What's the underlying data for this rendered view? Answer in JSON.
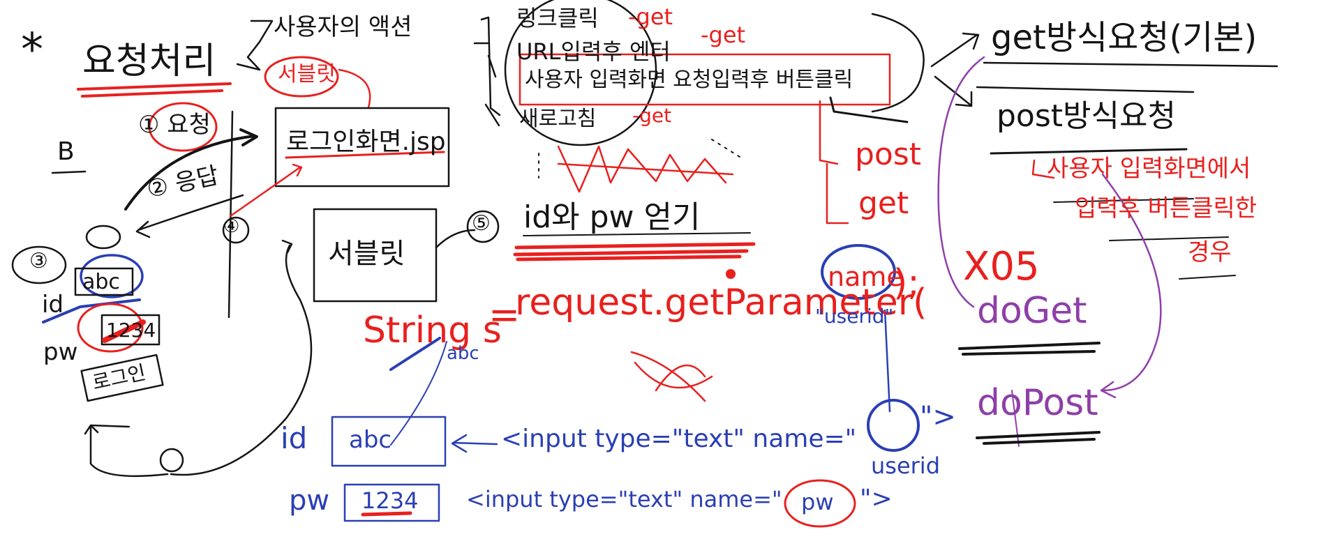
{
  "title": "요청처리",
  "title_mark": "*",
  "flow": {
    "step1": "① 요청",
    "step2": "② 응답",
    "step3": "③",
    "step4": "④",
    "step5": "⑤",
    "browser_mark": "B",
    "user_action": "사용자의 액션",
    "user_action_note": "서블릿",
    "login_page": "로그인화면.jsp",
    "servlet_box": "서블릿",
    "form_id_label": "id",
    "form_id_value": "abc",
    "form_pw_label": "pw",
    "form_pw_value": "1234",
    "login_button": "로그인"
  },
  "actions": {
    "items": [
      "링크클릭",
      "URL입력후 엔터",
      "사용자 입력화면 요청입력후 버튼클릭",
      "새로고침"
    ],
    "get_tags": [
      "-get",
      "-get",
      "-get"
    ],
    "methods": [
      "post",
      "get"
    ],
    "send_note": "id와 pw 얻기"
  },
  "code": {
    "lhs": "String s",
    "op": "=",
    "call": "request.getParameter(",
    "arg": "name",
    "end": ");",
    "arg_note": "\"userid\"",
    "value_note": "abc"
  },
  "form": {
    "id_label": "id",
    "id_value": "abc",
    "id_tag": "<input type=\"text\" name=\"",
    "id_name": "userid",
    "pw_label": "pw",
    "pw_value": "1234",
    "pw_tag": "<input type=\"text\" name=\"",
    "pw_name": "pw",
    "tag_close": "\">"
  },
  "right": {
    "get_req": "get방식요청(기본)",
    "post_req": "post방식요청",
    "post_note_1": "사용자 입력화면에서",
    "post_note_2": "입력후 버튼클릭한",
    "post_note_3": "경우",
    "doget": "doGet",
    "dopost": "doPost",
    "crossed": "X05"
  },
  "colors": {
    "ink": "#141414",
    "red": "#e8201e",
    "blue": "#2a3fb4",
    "purple": "#8e3fa8"
  }
}
